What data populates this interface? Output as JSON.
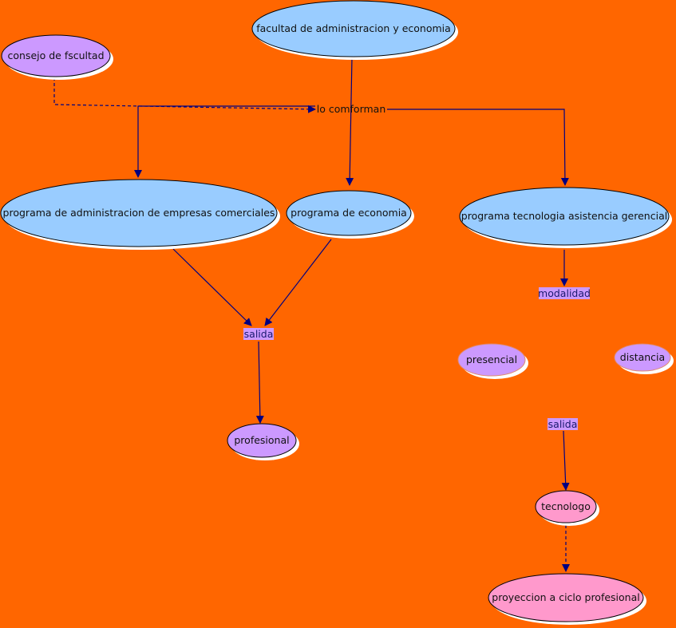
{
  "colors": {
    "background": "#FF6600",
    "blue_node": "#99CCFF",
    "purple_node": "#CC99FF",
    "pink_node": "#FF99CC",
    "arrow": "#000080"
  },
  "nodes": {
    "facultad": "facultad de administracion y economia",
    "consejo": "consejo de fscultad",
    "admin": "programa de administracion de empresas comerciales",
    "economia": "programa de economia",
    "tecnologia": "programa tecnologia asistencia gerencial",
    "profesional": "profesional",
    "presencial": "presencial",
    "distancia": "distancia",
    "tecnologo": "tecnologo",
    "proyeccion": "proyeccion a ciclo profesional"
  },
  "links": {
    "lo_comforman": "lo comforman",
    "salida1": "salida",
    "modalidad": "modalidad",
    "salida2": "salida"
  }
}
